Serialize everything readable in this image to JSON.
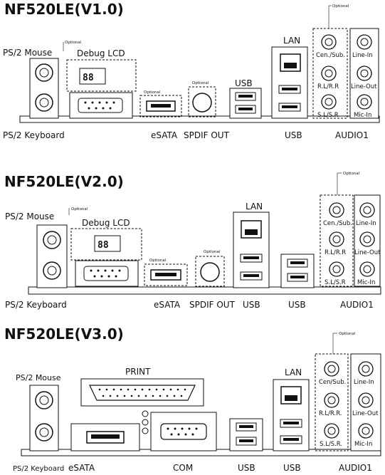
{
  "panels": [
    {
      "title": "NF520LE(V1.0)",
      "labels": {
        "ps2_mouse": "PS/2 Mouse",
        "ps2_keyboard": "PS/2 Keyboard",
        "debug_lcd": "Debug LCD",
        "lan": "LAN",
        "usb_top": "USB",
        "usb_bottom": "USB",
        "esata": "eSATA",
        "spdif_out": "SPDIF OUT",
        "audio": "AUDIO1"
      },
      "optional": [
        "Optional",
        "Optional",
        "Optional",
        "Optional"
      ],
      "debug_digits": "88",
      "jacks": {
        "cen_sub": "Cen./Sub.",
        "rl_rr": "R.L/R.R",
        "sl_sr": "S.L/S.R",
        "line_in": "Line-In",
        "line_out": "Line-Out",
        "mic_in": "Mic-In"
      }
    },
    {
      "title": "NF520LE(V2.0)",
      "labels": {
        "ps2_mouse": "PS/2 Mouse",
        "ps2_keyboard": "PS/2 Keyboard",
        "debug_lcd": "Debug LCD",
        "lan": "LAN",
        "esata": "eSATA",
        "spdif_out": "SPDIF OUT",
        "usb1": "USB",
        "usb2": "USB",
        "audio": "AUDIO1"
      },
      "optional": [
        "Optional",
        "Optional",
        "Optional",
        "Optional"
      ],
      "debug_digits": "88",
      "jacks": {
        "cen_sub": "Cen./Sub.",
        "rl_rr": "R.L/R.R",
        "sl_sr": "S.L/S.R",
        "line_in": "Line-In",
        "line_out": "Line-Out",
        "mic_in": "Mic-In"
      }
    },
    {
      "title": "NF520LE(V3.0)",
      "labels": {
        "ps2_mouse": "PS/2 Mouse",
        "ps2_keyboard": "PS/2 Keyboard",
        "print": "PRINT",
        "lan": "LAN",
        "esata": "eSATA",
        "com": "COM",
        "usb1": "USB",
        "usb2": "USB",
        "audio": "AUDIO1"
      },
      "optional": [
        "Optional"
      ],
      "jacks": {
        "cen_sub": "Cen/Sub.",
        "rl_rr": "R.L/R.R.",
        "sl_sr": "S.L/S.R.",
        "line_in": "Line-In",
        "line_out": "Line-Out",
        "mic_in": "Mic-In"
      }
    }
  ]
}
